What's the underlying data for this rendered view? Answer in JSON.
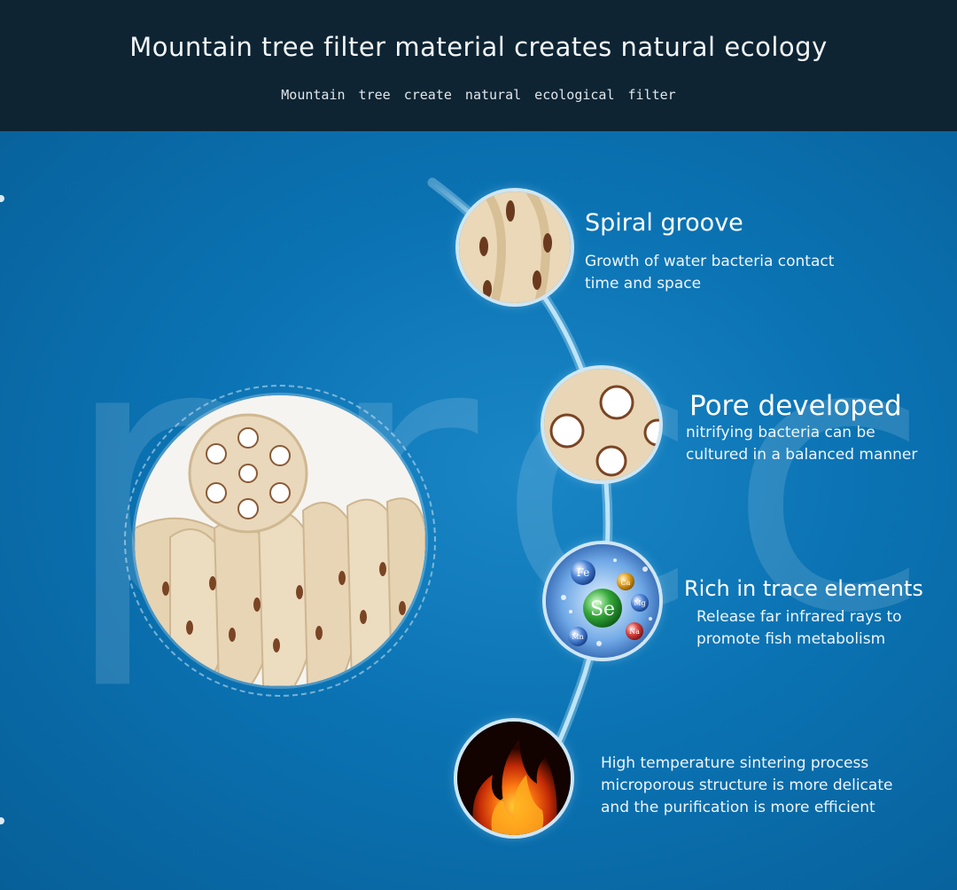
{
  "header": {
    "title": "Mountain tree filter material creates natural ecology",
    "subtitle": "Mountain tree create natural ecological filter"
  },
  "features": [
    {
      "title": "Spiral groove",
      "desc_line1": "Growth of water bacteria contact",
      "desc_line2": "time and space",
      "icon": "spiral-groove-closeup"
    },
    {
      "title": "Pore developed",
      "desc_line1": "nitrifying bacteria can be",
      "desc_line2": "cultured in a balanced manner",
      "icon": "pore-closeup"
    },
    {
      "title": "Rich in trace elements",
      "desc_line1": "Release far infrared rays to",
      "desc_line2": "promote fish metabolism",
      "icon": "trace-elements-spheres",
      "elements": [
        "Fe",
        "Ca",
        "Se",
        "Mg",
        "Mn",
        "Na"
      ]
    },
    {
      "title": "",
      "desc_line1": "High temperature sintering process",
      "desc_line2": "microporous structure is more delicate",
      "desc_line3": "and the purification is more efficient",
      "icon": "fire-icon"
    }
  ],
  "colors": {
    "header_bg": "#0e2433",
    "main_bg": "#0b73b3",
    "ceramic": "#e8d6b8",
    "pore": "#6b3a1e",
    "curve": "#bfe4f7"
  }
}
